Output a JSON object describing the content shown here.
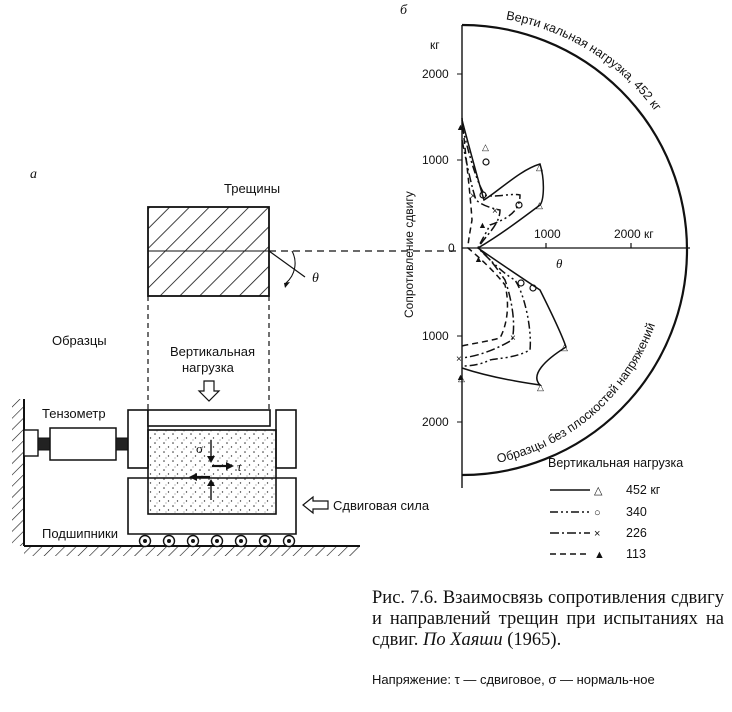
{
  "panel_a": {
    "label": "а",
    "cracks_label": "Трещины",
    "theta": "θ",
    "samples_label": "Образцы",
    "vertical_load_line1": "Вертикальная",
    "vertical_load_line2": "нагрузка",
    "tensometer": "Тензометр",
    "shear_force": "Сдвиговая сила",
    "bearings": "Подшипники",
    "sigma": "σ",
    "tau": "τ"
  },
  "panel_b": {
    "label": "б",
    "unit_kg": "кг",
    "y_ticks": [
      "2000",
      "1000",
      "0",
      "1000",
      "2000"
    ],
    "x_ticks": [
      "1000",
      "2000 кг"
    ],
    "theta": "θ",
    "y_axis_label": "Сопротивление сдвигу",
    "arc_label": "Верти кальная нагрузка, 452 кг",
    "inner_arc_label": "Образцы  без плоскостей напряжений",
    "legend_title": "Вертикальная нагрузка",
    "legend": [
      {
        "value": "452 кг",
        "marker": "△",
        "dash": "solid"
      },
      {
        "value": "340",
        "marker": "○",
        "dash": "dash-dot-dot"
      },
      {
        "value": "226",
        "marker": "×",
        "dash": "dash-dot"
      },
      {
        "value": "113",
        "marker": "▲",
        "dash": "dashed"
      }
    ]
  },
  "caption": {
    "prefix": "Рис. 7.6. Взаимосвязь сопротивления сдвигу и направлений трещин при испытаниях на сдвиг.",
    "source": "По Хаяши",
    "year": "(1965).",
    "note": "Напряжение: τ — сдвиговое, σ — нормаль-ное"
  }
}
